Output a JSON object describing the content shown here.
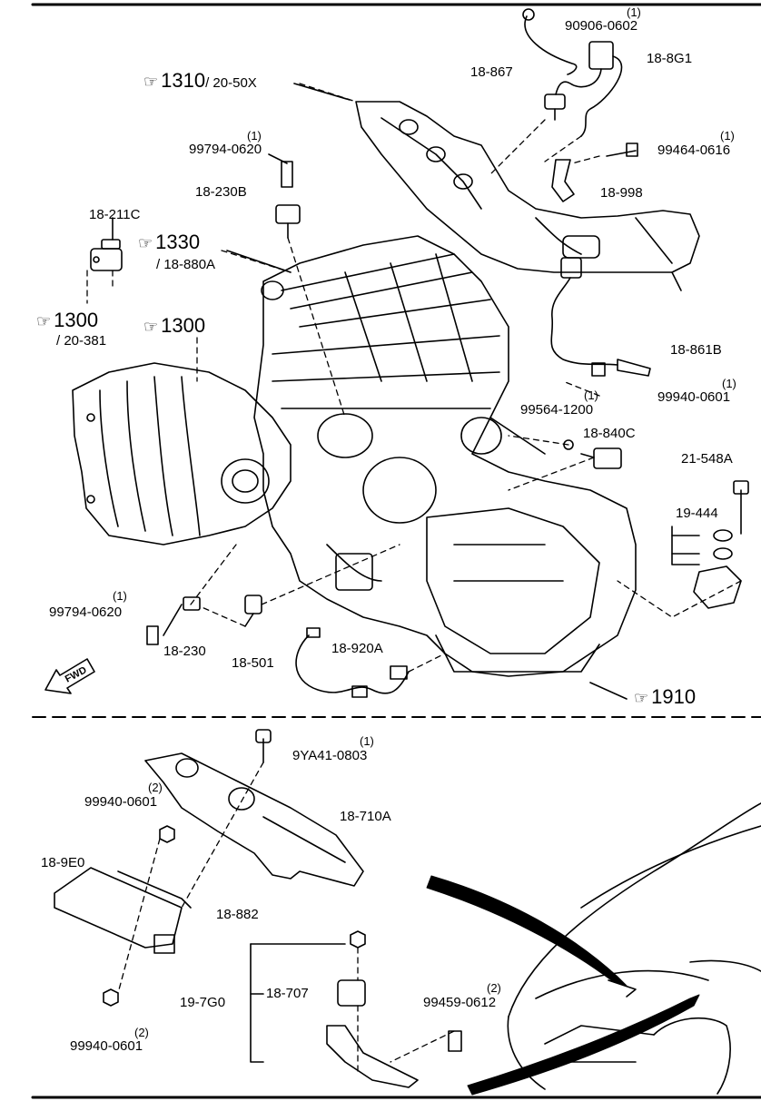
{
  "labels": {
    "p90906": "90906-0602",
    "p18867": "18-867",
    "p188G1": "18-8G1",
    "p99794a": "99794-0620",
    "p99464": "99464-0616",
    "p18998": "18-998",
    "p18230B": "18-230B",
    "p18211C": "18-211C",
    "p18861B": "18-861B",
    "p99940a": "99940-0601",
    "p99564": "99564-1200",
    "p18840C": "18-840C",
    "p21548A": "21-548A",
    "p19444": "19-444",
    "p99794b": "99794-0620",
    "p18230": "18-230",
    "p18501": "18-501",
    "p18920A": "18-920A",
    "p9YA41": "9YA41-0803",
    "p99940b": "99940-0601",
    "p18710A": "18-710A",
    "p189E0": "18-9E0",
    "p18882": "18-882",
    "p197G0": "19-7G0",
    "p18707": "18-707",
    "p99459": "99459-0612",
    "p99940c": "99940-0601"
  },
  "quantities": {
    "q90906": "(1)",
    "q99794a": "(1)",
    "q99464": "(1)",
    "q99940a": "(1)",
    "q99564": "(1)",
    "q99794b": "(1)",
    "q9YA41": "(1)",
    "q99940b": "(2)",
    "q99459": "(2)",
    "q99940c": "(2)"
  },
  "refs": {
    "r1310": {
      "num": "1310",
      "sub": "/ 20-50X"
    },
    "r1330": {
      "num": "1330",
      "sub": "/ 18-880A"
    },
    "r1300a": {
      "num": "1300",
      "sub": "/ 20-381"
    },
    "r1300b": {
      "num": "1300"
    },
    "r1910": {
      "num": "1910"
    }
  },
  "fwd": "FWD",
  "icons": {
    "ref_hand": "pointing-hand-icon"
  }
}
